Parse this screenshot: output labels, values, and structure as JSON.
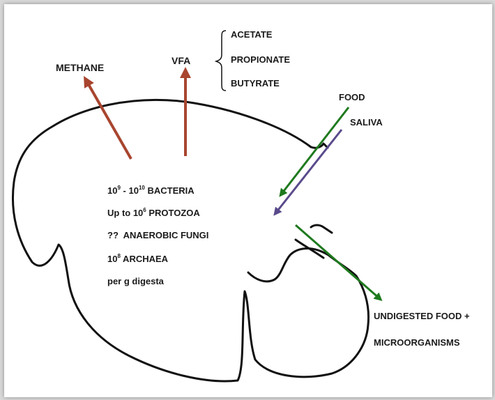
{
  "labels": {
    "methane": "METHANE",
    "vfa": "VFA",
    "acetate": "ACETATE",
    "propionate": "PROPIONATE",
    "butyrate": "BUTYRATE",
    "food": "FOOD",
    "saliva": "SALIVA",
    "undigested_line1": "UNDIGESTED FOOD +",
    "undigested_line2": "MICROORGANISMS"
  },
  "contents": {
    "bacteria_base1": "10",
    "bacteria_exp1": "9",
    "bacteria_dash": " - ",
    "bacteria_base2": "10",
    "bacteria_exp2": "10",
    "bacteria_label": " BACTERIA",
    "protozoa_prefix": "Up to 10",
    "protozoa_exp": "6",
    "protozoa_label": " PROTOZOA",
    "fungi": "??  ANAEROBIC FUNGI",
    "archaea_base": "10",
    "archaea_exp": "8",
    "archaea_label": " ARCHAEA",
    "per_g": "per g digesta"
  },
  "colors": {
    "outline": "#111111",
    "gas_arrows": "#a8452f",
    "food_arrow": "#1e7a1e",
    "saliva_arrow": "#5a4a8c",
    "exit_arrow": "#1e7a1e"
  }
}
